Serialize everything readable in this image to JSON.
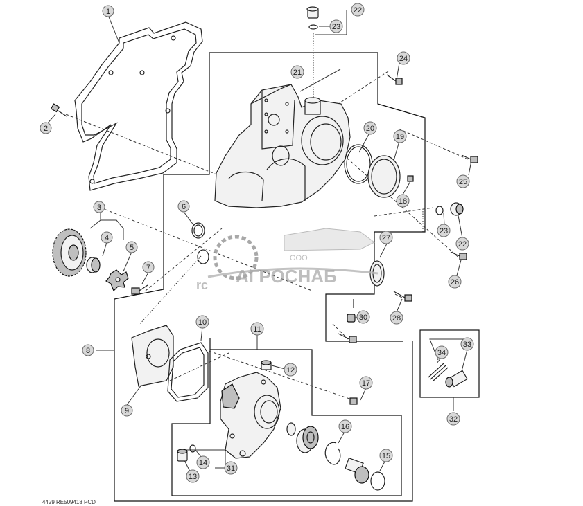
{
  "watermark": {
    "company_prefix": "ООО",
    "company_name": "АГРОСНАБ",
    "fragment": "rc"
  },
  "footer": {
    "code": "4429  RE509418  PCD"
  },
  "callouts": [
    {
      "id": "c1",
      "label": "1"
    },
    {
      "id": "c2",
      "label": "2"
    },
    {
      "id": "c3",
      "label": "3"
    },
    {
      "id": "c4",
      "label": "4"
    },
    {
      "id": "c5",
      "label": "5"
    },
    {
      "id": "c6",
      "label": "6"
    },
    {
      "id": "c7",
      "label": "7"
    },
    {
      "id": "c8",
      "label": "8"
    },
    {
      "id": "c9",
      "label": "9"
    },
    {
      "id": "c10",
      "label": "10"
    },
    {
      "id": "c11",
      "label": "11"
    },
    {
      "id": "c12",
      "label": "12"
    },
    {
      "id": "c13",
      "label": "13"
    },
    {
      "id": "c14",
      "label": "14"
    },
    {
      "id": "c15",
      "label": "15"
    },
    {
      "id": "c16",
      "label": "16"
    },
    {
      "id": "c17",
      "label": "17"
    },
    {
      "id": "c18",
      "label": "18"
    },
    {
      "id": "c19",
      "label": "19"
    },
    {
      "id": "c20",
      "label": "20"
    },
    {
      "id": "c21",
      "label": "21"
    },
    {
      "id": "c22a",
      "label": "22"
    },
    {
      "id": "c22b",
      "label": "22"
    },
    {
      "id": "c23a",
      "label": "23"
    },
    {
      "id": "c23b",
      "label": "23"
    },
    {
      "id": "c24",
      "label": "24"
    },
    {
      "id": "c25",
      "label": "25"
    },
    {
      "id": "c26",
      "label": "26"
    },
    {
      "id": "c27",
      "label": "27"
    },
    {
      "id": "c28",
      "label": "28"
    },
    {
      "id": "c30",
      "label": "30"
    },
    {
      "id": "c31",
      "label": "31"
    },
    {
      "id": "c32",
      "label": "32"
    },
    {
      "id": "c33",
      "label": "33"
    },
    {
      "id": "c34",
      "label": "34"
    }
  ]
}
